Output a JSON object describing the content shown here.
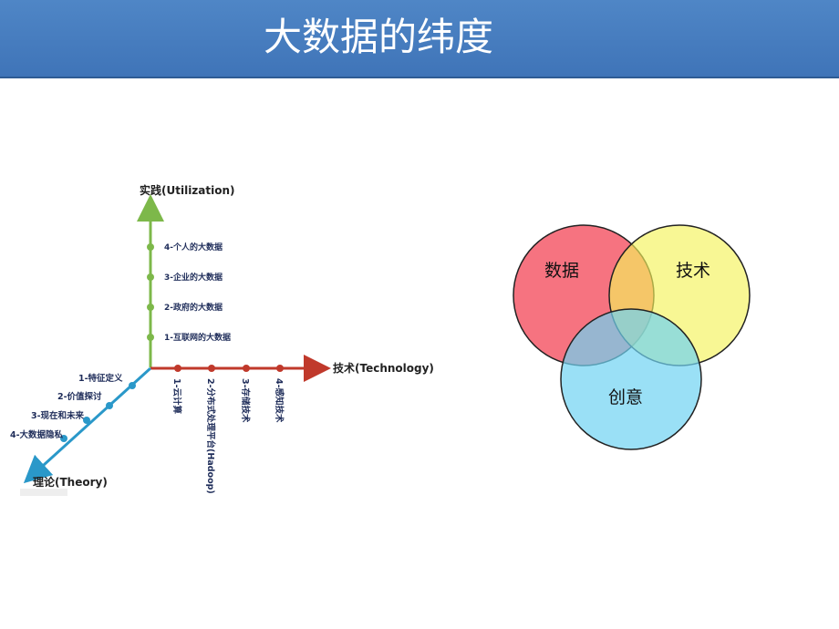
{
  "title": "大数据的纬度",
  "axes_diagram": {
    "utilization": {
      "title": "实践(Utilization)",
      "items": [
        "4-个人的大数据",
        "3-企业的大数据",
        "2-政府的大数据",
        "1-互联网的大数据"
      ],
      "color": "#7db84a"
    },
    "technology": {
      "title": "技术(Technology)",
      "items": [
        "1-云计算",
        "2-分布式处理平台(Hadoop)",
        "3-存储技术",
        "4-感知技术"
      ],
      "color": "#c0392b"
    },
    "theory": {
      "title": "理论(Theory)",
      "items": [
        "1-特征定义",
        "2-价值探讨",
        "3-现在和未来",
        "4-大数据隐私"
      ],
      "color": "#2a98c9"
    }
  },
  "venn": {
    "circles": [
      {
        "label": "数据",
        "color": "#f45b6a"
      },
      {
        "label": "技术",
        "color": "#f5f25a"
      },
      {
        "label": "创意",
        "color": "#6fd3f2"
      }
    ]
  }
}
